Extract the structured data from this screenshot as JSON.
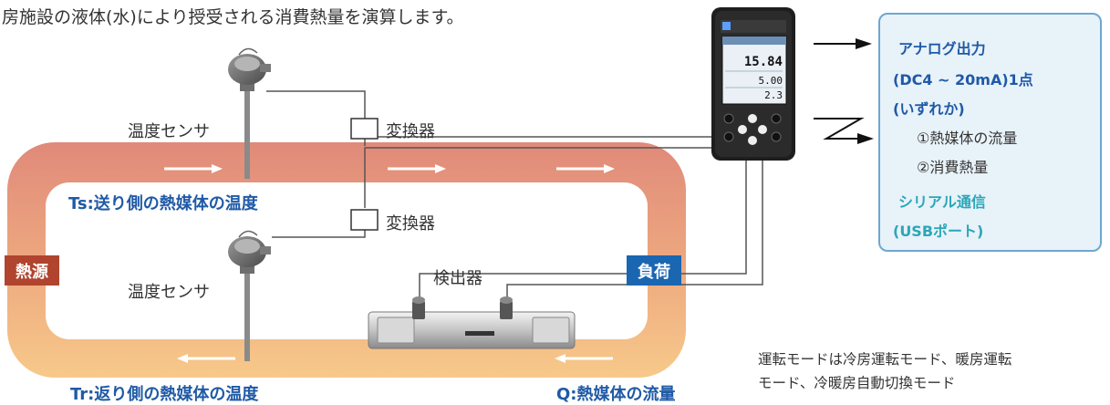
{
  "intro": "房施設の液体(水)により授受される消費熱量を演算します。",
  "sensor_label_top": "温度センサ",
  "sensor_label_bottom": "温度センサ",
  "converter_label_top": "変換器",
  "converter_label_bottom": "変換器",
  "detector_label": "検出器",
  "supply_temp_label": "Ts:送り側の熱媒体の温度",
  "return_temp_label": "Tr:返り側の熱媒体の温度",
  "flow_label": "Q:熱媒体の流量",
  "heat_source_tag": "熱源",
  "load_tag": "負荷",
  "info_box": {
    "analog_title": "アナログ出力",
    "analog_spec": "(DC4 ~ 20mA)1点",
    "analog_either": "(いずれか)",
    "analog_option_1": "①熱媒体の流量",
    "analog_option_2": "②消費熱量",
    "serial_title": "シリアル通信",
    "serial_port": "(USBポート)"
  },
  "device_screen": {
    "value_1": "15.84",
    "value_2": "5.00",
    "value_3": "2.3"
  },
  "mode_note_line1": "運転モードは冷房運転モード、暖房運転",
  "mode_note_line2": "モード、冷暖房自動切換モード",
  "colors": {
    "supply_pipe": "#e08a7a",
    "return_pipe": "#f7c98a",
    "heat_source": "#b0442e",
    "load": "#1a66b1",
    "label_blue": "#1f5aa6",
    "info_border": "#6fa7cf",
    "info_fill": "#e8f2f9",
    "serial_text": "#2aa7b8"
  }
}
